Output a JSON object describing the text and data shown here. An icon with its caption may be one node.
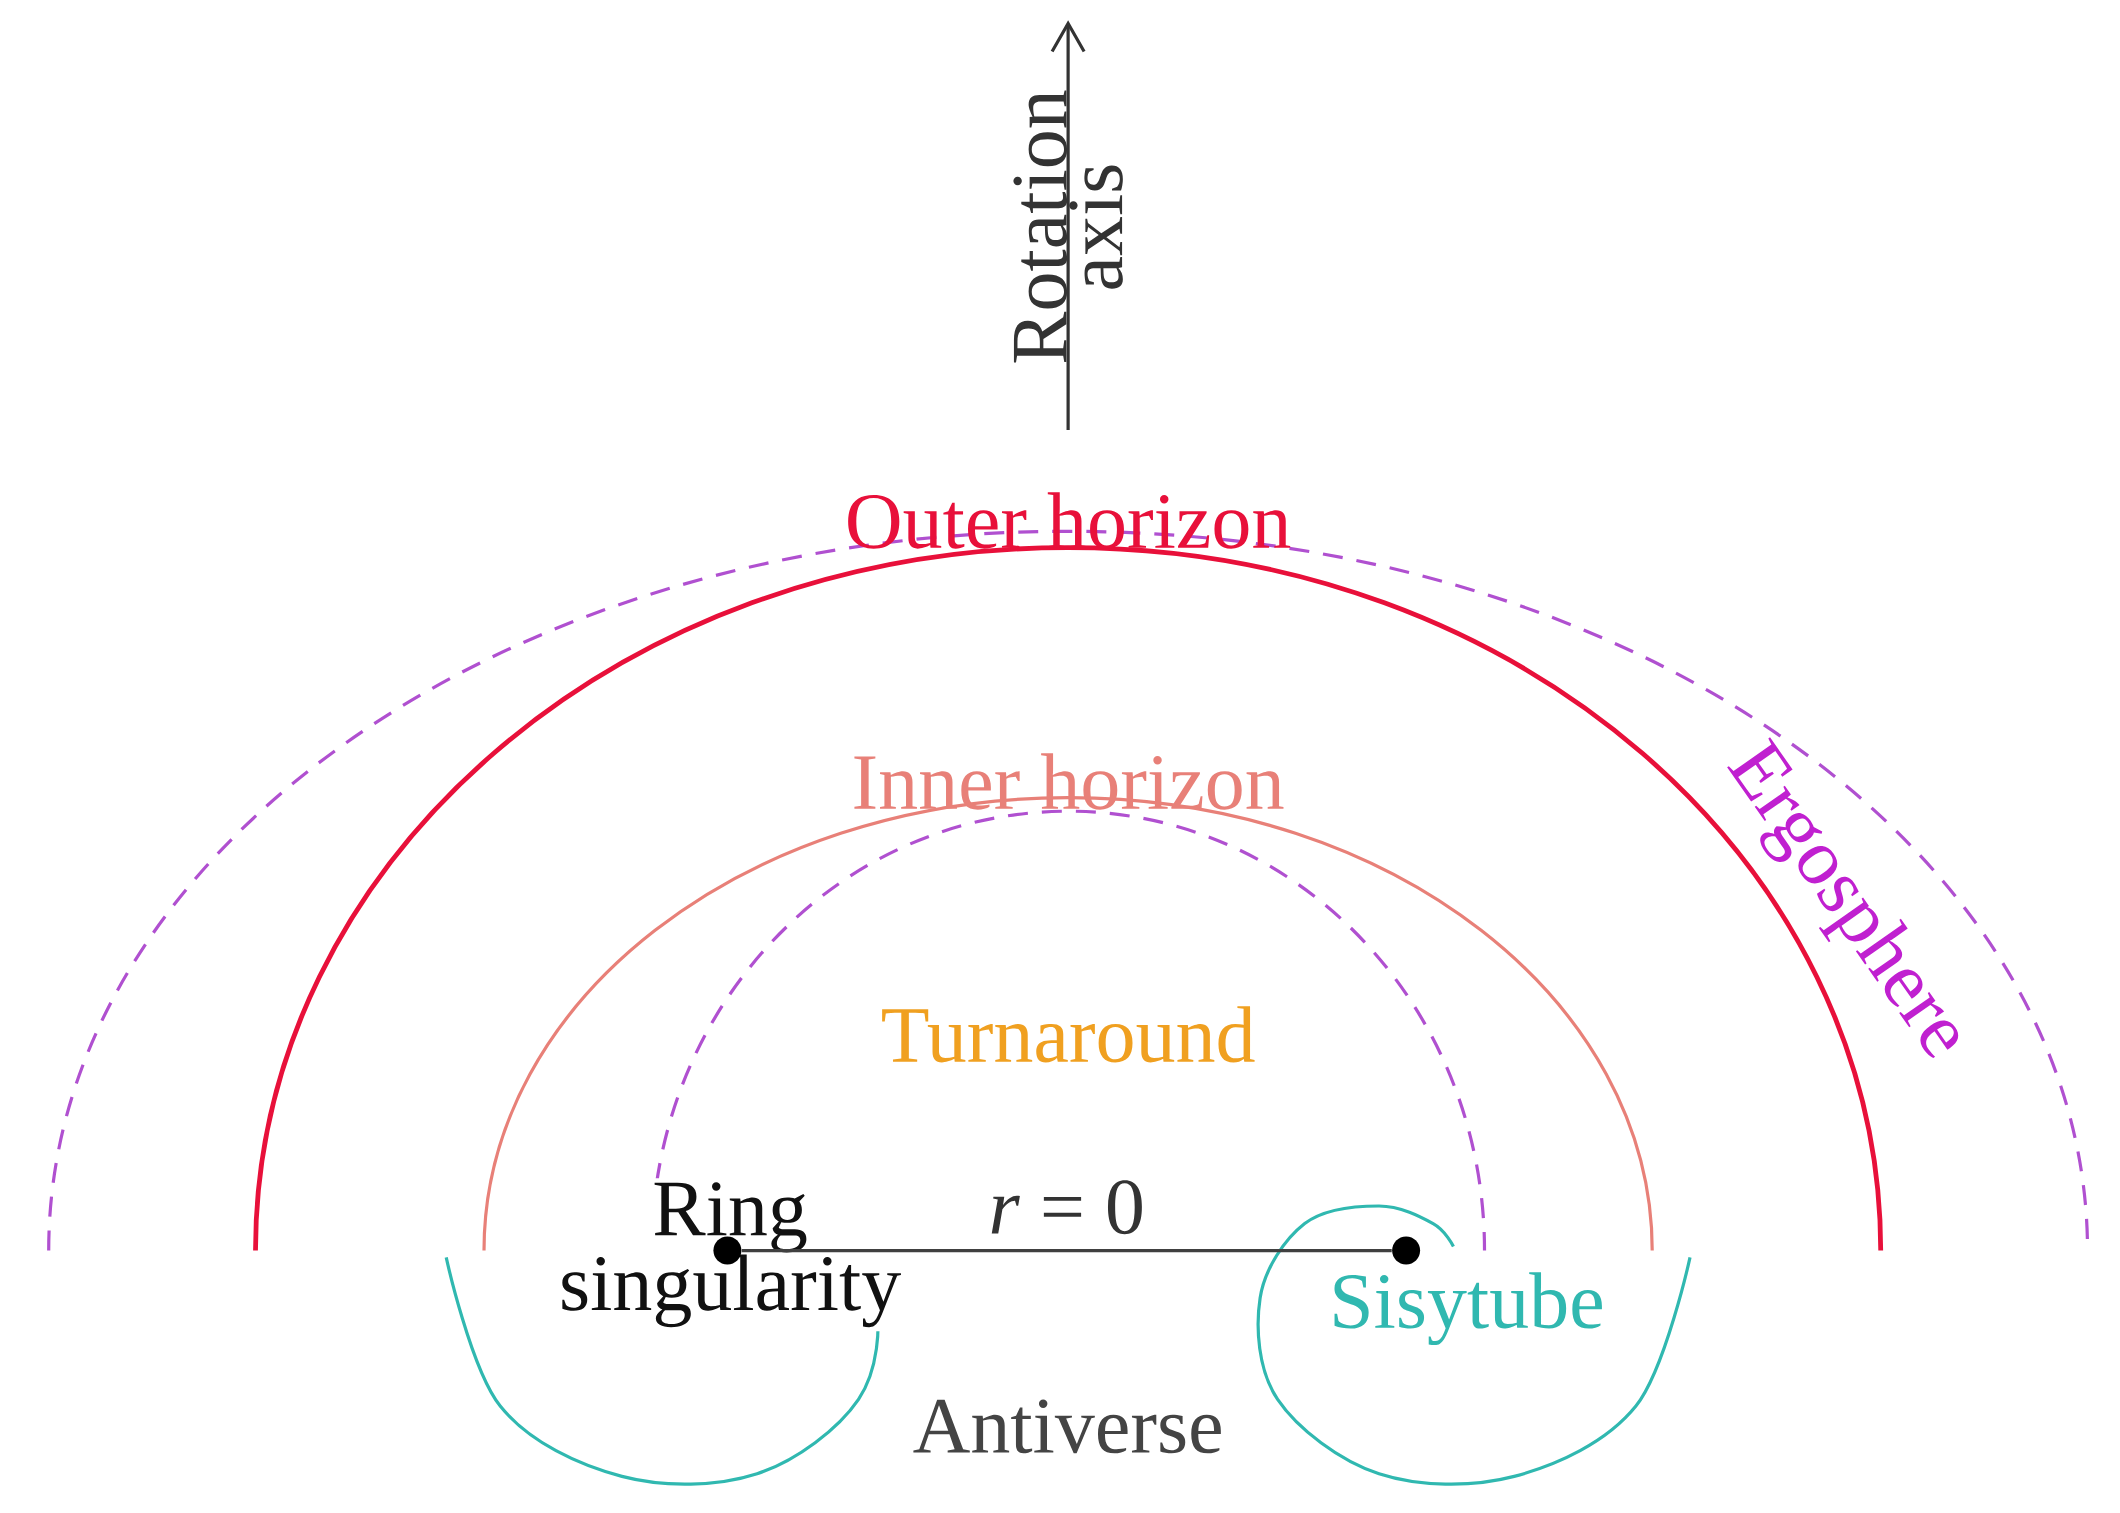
{
  "diagram": {
    "nodes": [
      {
        "text": [],
        "shape": "circle"
      },
      {
        "text": [],
        "shape": "circle"
      }
    ],
    "edges": [
      {
        "from": 0,
        "to": 1,
        "arrow": "none",
        "label": "*r* = 0"
      }
    ],
    "labels": [
      "Rotation axis",
      "Outer horizon",
      "Inner horizon",
      "Ergosphere",
      "Turnaround",
      "Ring singularity",
      "Sisytube",
      "Antiverse"
    ]
  }
}
